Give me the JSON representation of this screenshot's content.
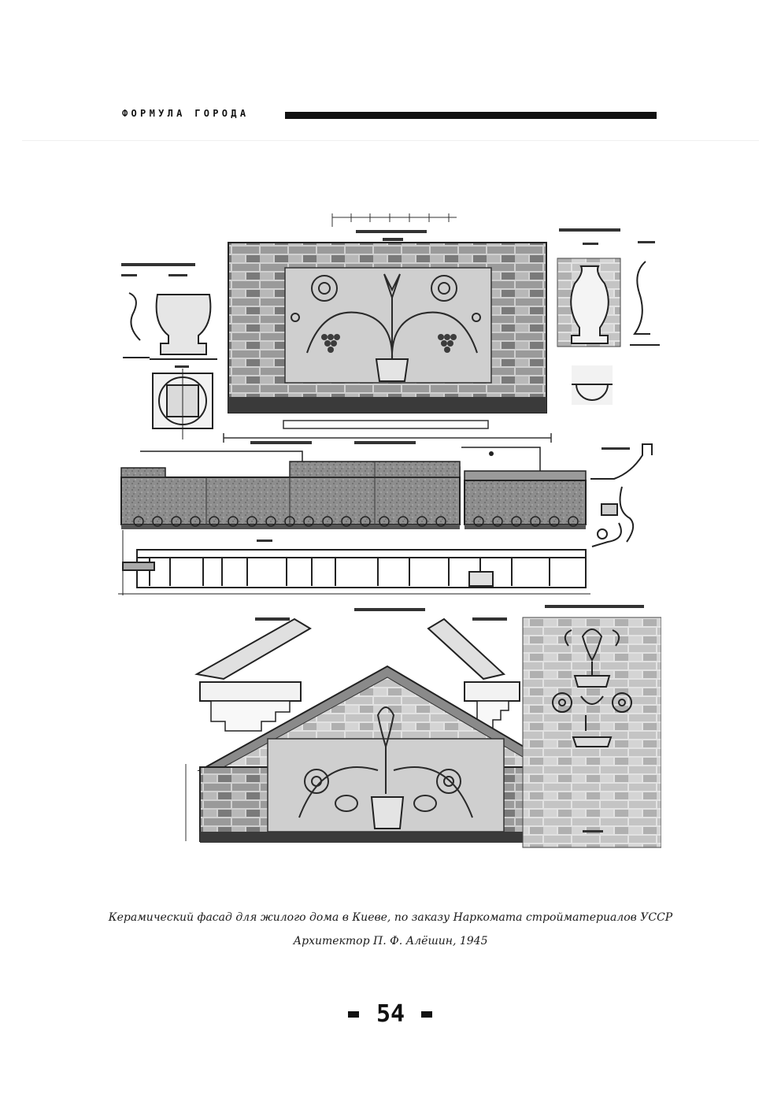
{
  "header": {
    "title": "ФОРМУЛА ГОРОДА"
  },
  "caption": {
    "line1": "Керамический фасад для жилого дома в Киеве, по заказу Наркомата стройматериалов УССР",
    "line2": "Архитектор П. Ф. Алёшин, 1945"
  },
  "page_number": "54"
}
